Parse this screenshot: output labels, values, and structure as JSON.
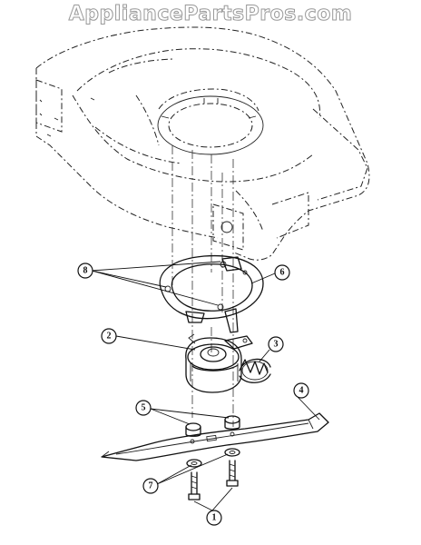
{
  "watermark": "AppliancePartsPros.com",
  "callouts": [
    {
      "id": "1",
      "label": "1",
      "part": "bolt"
    },
    {
      "id": "2",
      "label": "2",
      "part": "clutch"
    },
    {
      "id": "3",
      "label": "3",
      "part": "spring"
    },
    {
      "id": "4",
      "label": "4",
      "part": "blade"
    },
    {
      "id": "5",
      "label": "5",
      "part": "spacer"
    },
    {
      "id": "6",
      "label": "6",
      "part": "bracket-ring"
    },
    {
      "id": "7",
      "label": "7",
      "part": "washer"
    },
    {
      "id": "8",
      "label": "8",
      "part": "bolt-holes"
    }
  ]
}
